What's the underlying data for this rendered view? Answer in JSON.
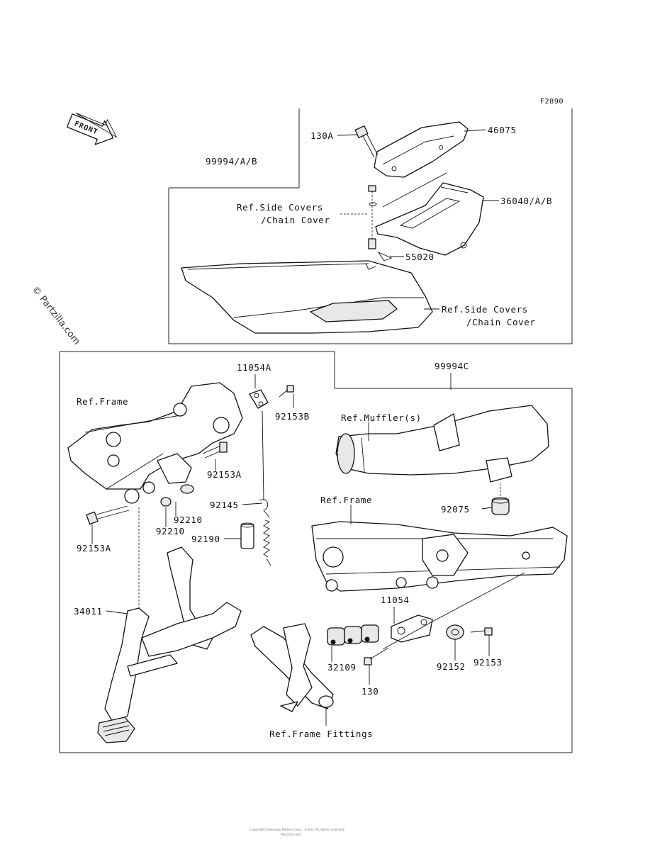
{
  "figure_code": "F2890",
  "watermark": "© Partzilla.com",
  "front_label": "FRONT",
  "footer_line1": "Copyright Kawasaki Motors Corp., U.S.A. All rights reserved.",
  "footer_line2": "Partzilla.com",
  "labels": {
    "p130A": "130A",
    "p46075": "46075",
    "p99994AB": "99994/A/B",
    "ref_side1_a": "Ref.Side Covers",
    "ref_side1_b": "/Chain Cover",
    "p36040AB": "36040/A/B",
    "p55020": "55020",
    "ref_side2_a": "Ref.Side Covers",
    "ref_side2_b": "/Chain Cover",
    "p11054A": "11054A",
    "p99994C": "99994C",
    "ref_frame1": "Ref.Frame",
    "p92153B": "92153B",
    "ref_muffler": "Ref.Muffler(s)",
    "p92153A_1": "92153A",
    "ref_frame2": "Ref.Frame",
    "p92145": "92145",
    "p92210_1": "92210",
    "p92210_2": "92210",
    "p92075": "92075",
    "p92153A_2": "92153A",
    "p92190": "92190",
    "p11054": "11054",
    "p34011": "34011",
    "p32109": "32109",
    "p92152": "92152",
    "p92153": "92153",
    "p130": "130",
    "ref_frame_fittings": "Ref.Frame Fittings"
  }
}
